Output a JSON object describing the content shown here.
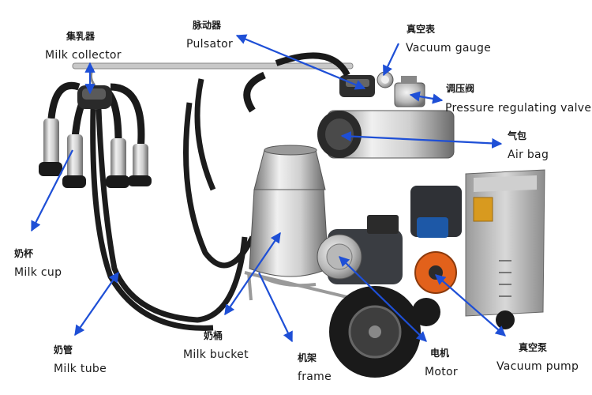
{
  "labels": {
    "milk_collector": {
      "cn": "集乳器",
      "en": "Milk collector"
    },
    "pulsator": {
      "cn": "脉动器",
      "en": "Pulsator"
    },
    "vacuum_gauge": {
      "cn": "真空表",
      "en": "Vacuum gauge"
    },
    "pressure_valve": {
      "cn": "调压阀",
      "en": "Pressure regulating valve"
    },
    "air_bag": {
      "cn": "气包",
      "en": "Air bag"
    },
    "milk_cup": {
      "cn": "奶杯",
      "en": "Milk cup"
    },
    "milk_tube": {
      "cn": "奶管",
      "en": "Milk tube"
    },
    "milk_bucket": {
      "cn": "奶桶",
      "en": "Milk bucket"
    },
    "frame": {
      "cn": "机架",
      "en": "frame"
    },
    "motor": {
      "cn": "电机",
      "en": "Motor"
    },
    "vacuum_pump": {
      "cn": "真空泵",
      "en": "Vacuum pump"
    }
  },
  "colors": {
    "arrow": "#1e4fd6",
    "text": "#1a1a1a"
  }
}
